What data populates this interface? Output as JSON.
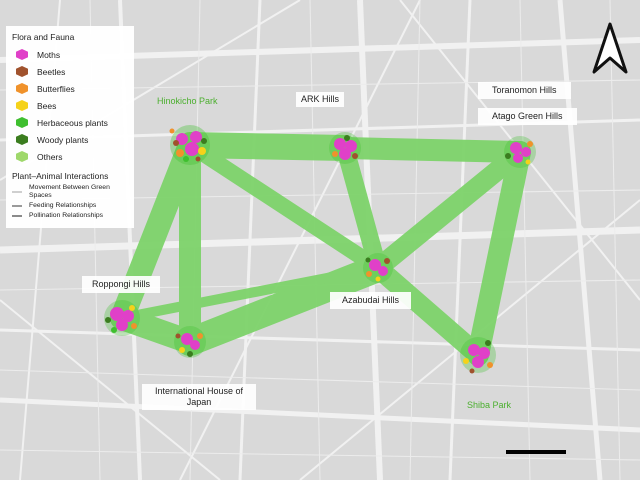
{
  "legend": {
    "title": "Flora and Fauna",
    "items": [
      {
        "label": "Moths",
        "color": "#e040c8"
      },
      {
        "label": "Beetles",
        "color": "#a0522d"
      },
      {
        "label": "Butterflies",
        "color": "#f0922b"
      },
      {
        "label": "Bees",
        "color": "#f5d21a"
      },
      {
        "label": "Herbaceous plants",
        "color": "#3fbf2f"
      },
      {
        "label": "Woody plants",
        "color": "#3b7d1f"
      },
      {
        "label": "Others",
        "color": "#9fd86b"
      }
    ],
    "interactions_title": "Plant–Animal Interactions",
    "interactions": [
      {
        "label": "Movement Between Green Spaces",
        "color": "#cfcfcf"
      },
      {
        "label": "Feeding Relationships",
        "color": "#9a9a9a"
      },
      {
        "label": "Pollination Relationships",
        "color": "#8a8a8a"
      }
    ]
  },
  "places": {
    "hinokicho": "Hinokicho Park",
    "ark": "ARK Hills",
    "toranomon": "Toranomon Hills",
    "atago": "Atago Green  Hills",
    "roppongi": "Roppongi Hills",
    "azabudai": "Azabudai Hills",
    "ihj": "International House of Japan",
    "shiba": "Shiba Park"
  },
  "colors": {
    "network": "#7ed36b",
    "parks_label": "#4caf2f"
  },
  "icons": {
    "north_arrow": "north-arrow-icon"
  }
}
